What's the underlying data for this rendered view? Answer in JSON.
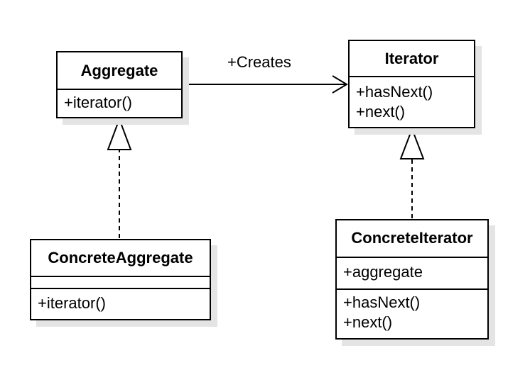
{
  "diagram": {
    "classes": {
      "aggregate": {
        "name": "Aggregate",
        "methods": [
          "+iterator()"
        ]
      },
      "iterator": {
        "name": "Iterator",
        "methods": [
          "+hasNext()",
          "+next()"
        ]
      },
      "concrete_aggregate": {
        "name": "ConcreteAggregate",
        "attributes": [],
        "methods": [
          "+iterator()"
        ]
      },
      "concrete_iterator": {
        "name": "ConcreteIterator",
        "attributes": [
          "+aggregate"
        ],
        "methods": [
          "+hasNext()",
          "+next()"
        ]
      }
    },
    "relations": {
      "creates": {
        "label": "+Creates",
        "from": "Aggregate",
        "to": "Iterator",
        "kind": "dependency"
      },
      "concrete_aggregate_realizes": {
        "from": "ConcreteAggregate",
        "to": "Aggregate",
        "kind": "realization"
      },
      "concrete_iterator_realizes": {
        "from": "ConcreteIterator",
        "to": "Iterator",
        "kind": "realization"
      }
    },
    "colors": {
      "line": "#000000",
      "box_fill": "#ffffff",
      "shadow": "#e4e4e4"
    }
  }
}
